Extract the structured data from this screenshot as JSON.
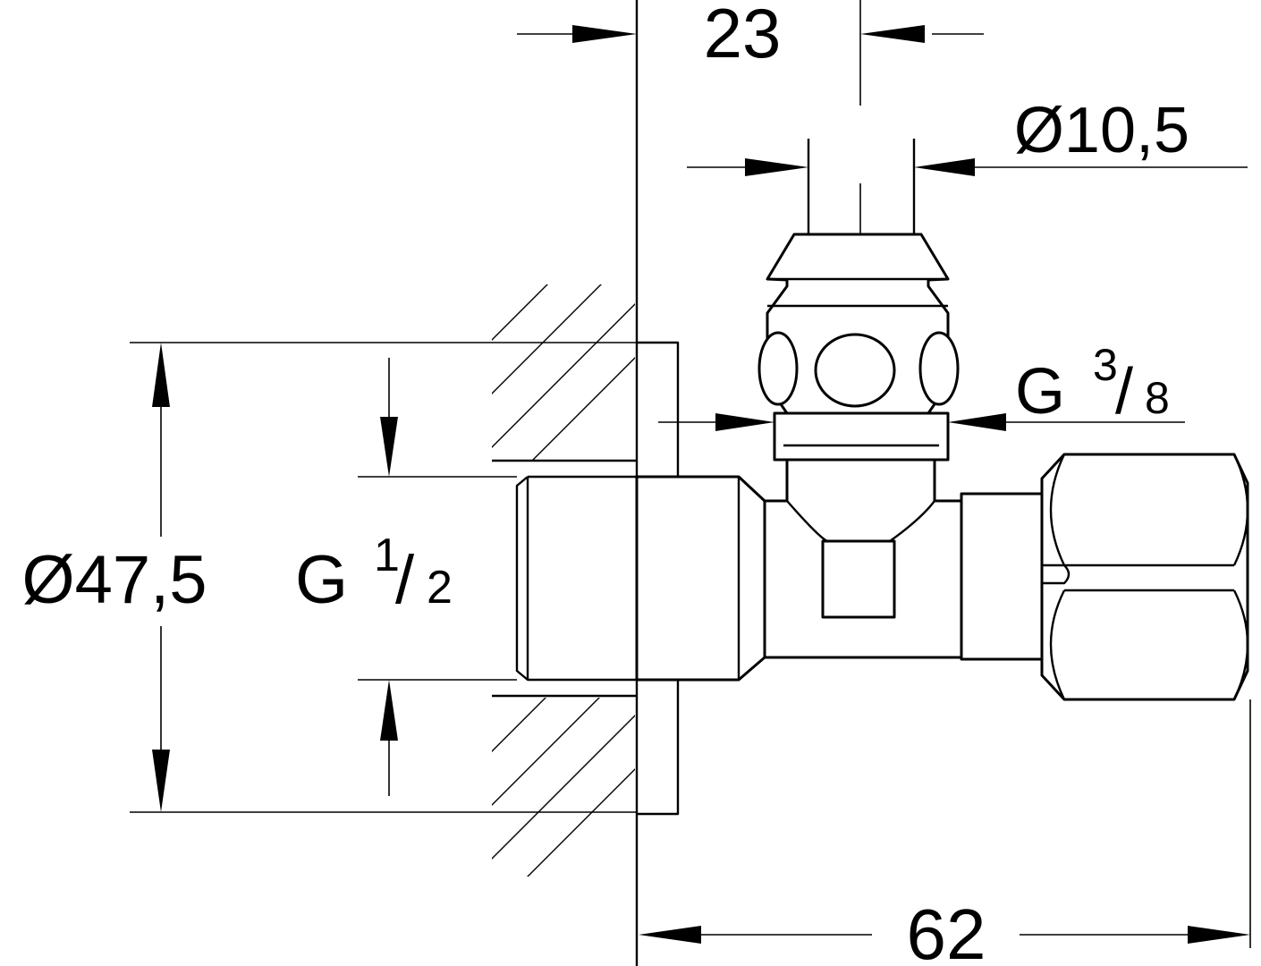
{
  "drawing": {
    "line_color": "#000000",
    "background_color": "#ffffff",
    "dimensions": {
      "wall_offset": "23",
      "outlet_diameter": "Ø10,5",
      "outlet_thread": {
        "main": "G",
        "numerator": "3",
        "denominator": "8"
      },
      "rosette_diameter": "Ø47,5",
      "inlet_thread": {
        "main": "G",
        "numerator": "1",
        "denominator": "2"
      },
      "total_length": "62"
    }
  }
}
